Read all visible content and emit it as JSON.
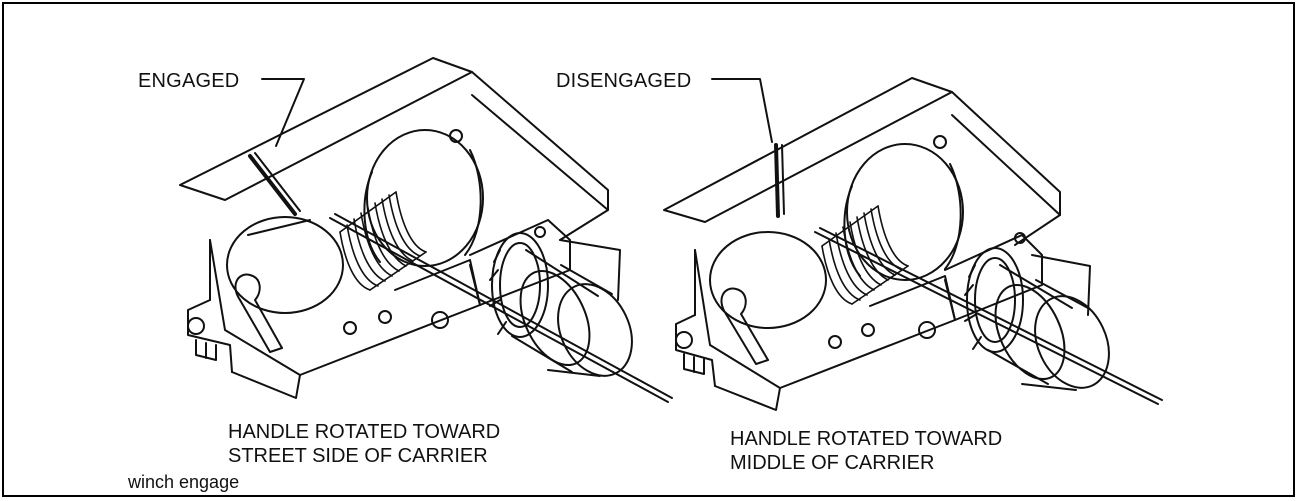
{
  "figure": {
    "left_callout": "ENGAGED",
    "right_callout": "DISENGAGED",
    "left_caption": [
      "HANDLE ROTATED TOWARD",
      "STREET SIDE OF CARRIER"
    ],
    "right_caption": [
      "HANDLE ROTATED TOWARD",
      "MIDDLE OF CARRIER"
    ],
    "footer_label": "winch engage",
    "line_color": "#111111"
  }
}
